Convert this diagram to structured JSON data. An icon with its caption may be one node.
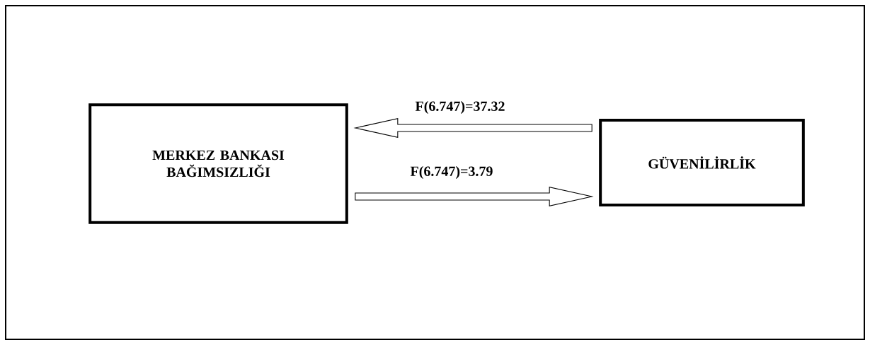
{
  "diagram": {
    "nodes": [
      {
        "text": [
          "MERKEZ BANKASI BAĞIMSIZLIĞI"
        ]
      },
      {
        "text": [
          "GÜVENİLİRLİK"
        ]
      }
    ],
    "edges": [
      {
        "from": 1,
        "to": 0,
        "arrow": "to",
        "label": "F(6.747)=37.32"
      },
      {
        "from": 0,
        "to": 1,
        "arrow": "to",
        "label": "F(6.747)=3.79"
      }
    ]
  }
}
